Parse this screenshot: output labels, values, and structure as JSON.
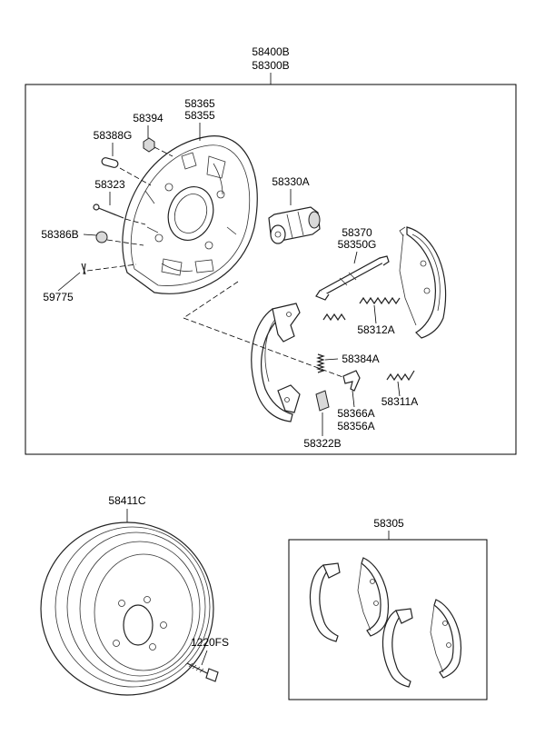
{
  "labels": {
    "assy_1": "58400B",
    "assy_2": "58300B",
    "plate_1": "58365",
    "plate_2": "58355",
    "nut": "58394",
    "clip": "58388G",
    "pin": "58323",
    "cap": "58386B",
    "spring_pin": "59775",
    "wheel_cyl": "58330A",
    "adjuster_1": "58370",
    "adjuster_2": "58350G",
    "spring_upper": "58312A",
    "spring_hold": "58384A",
    "lever_1": "58366A",
    "lever_2": "58356A",
    "spring_lower": "58311A",
    "retainer": "58322B",
    "drum": "58411C",
    "bolt": "1220FS",
    "shoe_kit": "58305"
  }
}
